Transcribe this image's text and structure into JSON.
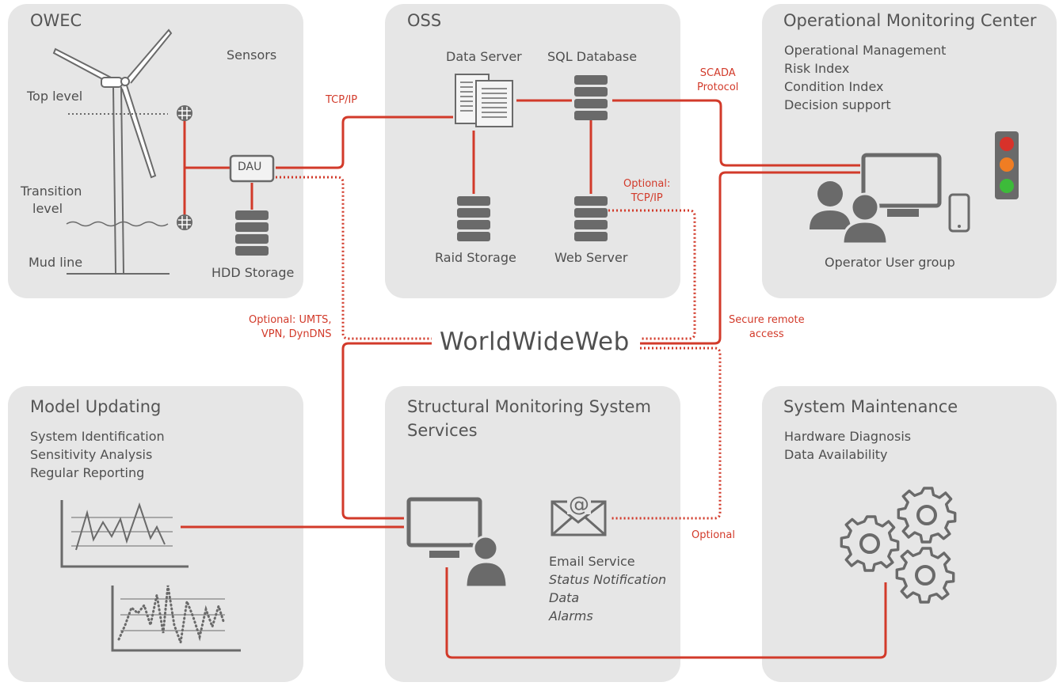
{
  "owec": {
    "title": "OWEC",
    "sensors": "Sensors",
    "top_level": "Top level",
    "transition_level": [
      "Transition",
      "level"
    ],
    "mud_line": "Mud line",
    "dau": "DAU",
    "hdd_storage": "HDD Storage"
  },
  "oss": {
    "title": "OSS",
    "data_server": "Data Server",
    "sql_database": "SQL Database",
    "raid_storage": "Raid Storage",
    "web_server": "Web Server"
  },
  "omc": {
    "title": "Operational Monitoring Center",
    "items": [
      "Operational Management",
      "Risk Index",
      "Condition Index",
      "Decision support"
    ],
    "operator_group": "Operator User group",
    "traffic_light": [
      "#d8322a",
      "#f07d23",
      "#3dbb3a"
    ]
  },
  "model_updating": {
    "title": "Model Updating",
    "items": [
      "System Identification",
      "Sensitivity Analysis",
      "Regular Reporting"
    ]
  },
  "sms": {
    "title_line1": "Structural Monitoring System",
    "title_line2": "Services",
    "email_service": "Email Service",
    "email_items": [
      "Status Notification",
      "Data",
      "Alarms"
    ]
  },
  "maintenance": {
    "title": "System Maintenance",
    "items": [
      "Hardware Diagnosis",
      "Data Availability"
    ]
  },
  "links": {
    "tcp_ip": "TCP/IP",
    "scada": [
      "SCADA",
      "Protocol"
    ],
    "optional_tcp": [
      "Optional:",
      "TCP/IP"
    ],
    "optional_umts": [
      "Optional: UMTS,",
      "VPN, DynDNS"
    ],
    "secure_remote": [
      "Secure remote",
      "access"
    ],
    "optional": "Optional"
  },
  "www": "WorldWideWeb",
  "colors": {
    "panel": "#e6e6e6",
    "link": "#d23a2a",
    "icon": "#6a6a6a"
  }
}
